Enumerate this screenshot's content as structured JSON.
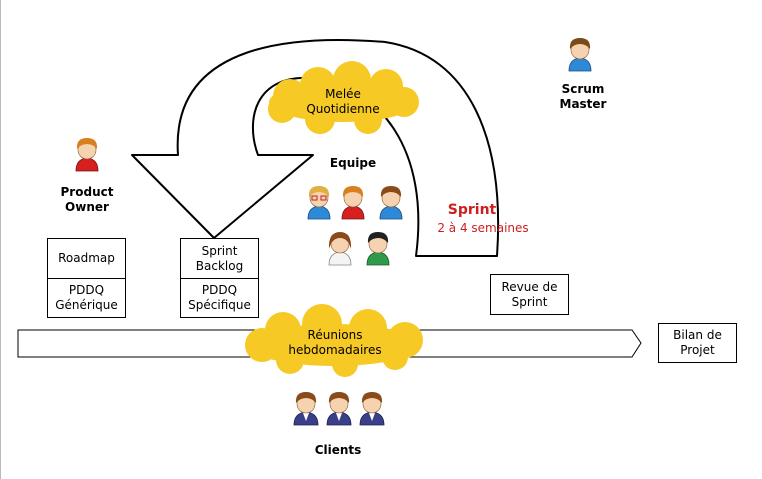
{
  "roles": {
    "product_owner": "Product\nOwner",
    "scrum_master": "Scrum\nMaster",
    "equipe": "Equipe",
    "clients": "Clients"
  },
  "clouds": {
    "melee": "Melée\nQuotidienne",
    "reunions": "Réunions\nhebdomadaires"
  },
  "sprint": {
    "title": "Sprint",
    "duration": "2 à 4 semaines"
  },
  "boxes": {
    "roadmap": "Roadmap",
    "pddq_generique": "PDDQ\nGénérique",
    "sprint_backlog": "Sprint\nBacklog",
    "pddq_specifique": "PDDQ\nSpécifique",
    "revue_sprint": "Revue de\nSprint",
    "bilan_projet": "Bilan de\nProjet"
  },
  "colors": {
    "cloud": "#f7c925",
    "sprint_red": "#cc1f1f",
    "client_suit": "#3a3f8a",
    "hair_orange": "#d8801f"
  }
}
